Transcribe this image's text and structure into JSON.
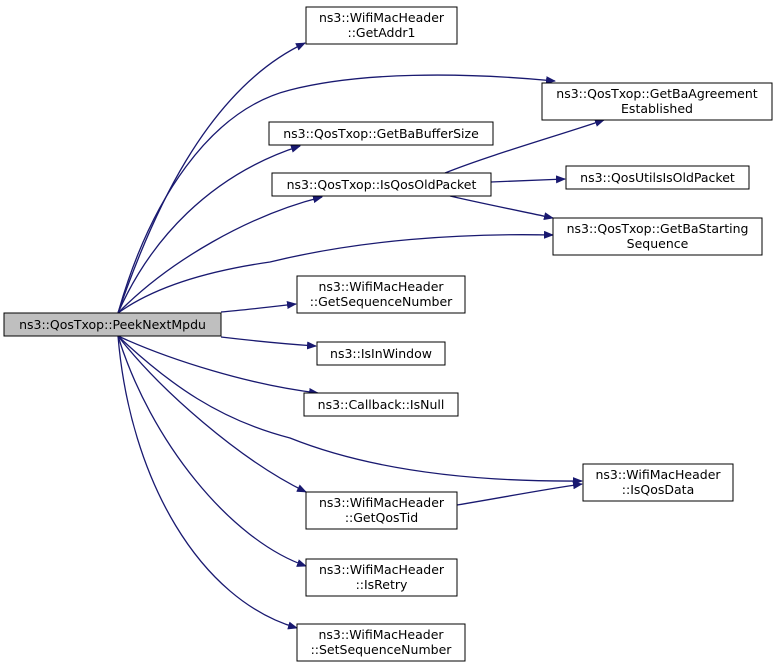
{
  "colors": {
    "edge": "#191970",
    "node_fill": "#ffffff",
    "root_fill": "#bfbfbf",
    "border": "#000000"
  },
  "nodes": [
    {
      "id": "peek_next_mpdu",
      "lines": [
        "ns3::QosTxop::PeekNextMpdu"
      ],
      "root": true
    },
    {
      "id": "get_addr1",
      "lines": [
        "ns3::WifiMacHeader",
        "::GetAddr1"
      ]
    },
    {
      "id": "get_ba_agreement_established",
      "lines": [
        "ns3::QosTxop::GetBaAgreement",
        "Established"
      ]
    },
    {
      "id": "get_ba_buffer_size",
      "lines": [
        "ns3::QosTxop::GetBaBufferSize"
      ]
    },
    {
      "id": "is_qos_old_packet",
      "lines": [
        "ns3::QosTxop::IsQosOldPacket"
      ]
    },
    {
      "id": "qos_utils_is_old_packet",
      "lines": [
        "ns3::QosUtilsIsOldPacket"
      ]
    },
    {
      "id": "get_ba_starting_sequence",
      "lines": [
        "ns3::QosTxop::GetBaStarting",
        "Sequence"
      ]
    },
    {
      "id": "get_sequence_number",
      "lines": [
        "ns3::WifiMacHeader",
        "::GetSequenceNumber"
      ]
    },
    {
      "id": "is_in_window",
      "lines": [
        "ns3::IsInWindow"
      ]
    },
    {
      "id": "callback_is_null",
      "lines": [
        "ns3::Callback::IsNull"
      ]
    },
    {
      "id": "is_qos_data",
      "lines": [
        "ns3::WifiMacHeader",
        "::IsQosData"
      ]
    },
    {
      "id": "get_qos_tid",
      "lines": [
        "ns3::WifiMacHeader",
        "::GetQosTid"
      ]
    },
    {
      "id": "is_retry",
      "lines": [
        "ns3::WifiMacHeader",
        "::IsRetry"
      ]
    },
    {
      "id": "set_sequence_number",
      "lines": [
        "ns3::WifiMacHeader",
        "::SetSequenceNumber"
      ]
    }
  ],
  "edges": [
    {
      "from": "peek_next_mpdu",
      "to": "get_addr1"
    },
    {
      "from": "peek_next_mpdu",
      "to": "get_ba_agreement_established"
    },
    {
      "from": "peek_next_mpdu",
      "to": "get_ba_buffer_size"
    },
    {
      "from": "peek_next_mpdu",
      "to": "is_qos_old_packet"
    },
    {
      "from": "peek_next_mpdu",
      "to": "get_ba_starting_sequence"
    },
    {
      "from": "peek_next_mpdu",
      "to": "get_sequence_number"
    },
    {
      "from": "peek_next_mpdu",
      "to": "is_in_window"
    },
    {
      "from": "peek_next_mpdu",
      "to": "callback_is_null"
    },
    {
      "from": "peek_next_mpdu",
      "to": "is_qos_data"
    },
    {
      "from": "peek_next_mpdu",
      "to": "get_qos_tid"
    },
    {
      "from": "peek_next_mpdu",
      "to": "is_retry"
    },
    {
      "from": "peek_next_mpdu",
      "to": "set_sequence_number"
    },
    {
      "from": "is_qos_old_packet",
      "to": "get_ba_agreement_established"
    },
    {
      "from": "is_qos_old_packet",
      "to": "qos_utils_is_old_packet"
    },
    {
      "from": "is_qos_old_packet",
      "to": "get_ba_starting_sequence"
    },
    {
      "from": "get_qos_tid",
      "to": "is_qos_data"
    }
  ]
}
